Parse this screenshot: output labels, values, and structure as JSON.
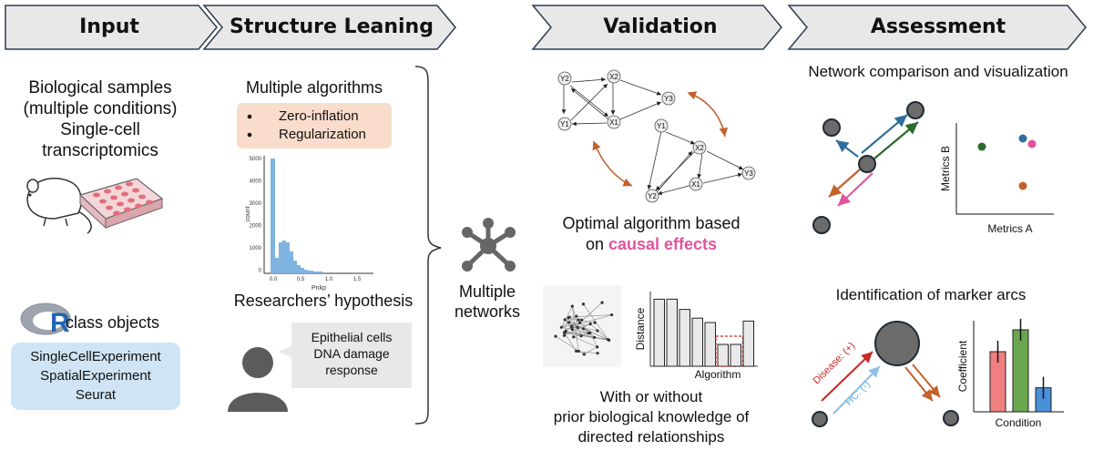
{
  "headers": {
    "input": "Input",
    "structure": "Structure Leaning",
    "validation": "Validation",
    "assessment": "Assessment"
  },
  "input": {
    "samples_lines": [
      "Biological samples",
      "(multiple conditions)",
      "Single-cell",
      "transcriptomics"
    ],
    "r_logo_letter": "R",
    "class_objects": "class objects",
    "objects": [
      "SingleCellExperiment",
      "SpatialExperiment",
      "Seurat"
    ]
  },
  "structure": {
    "algorithms_title": "Multiple algorithms",
    "algorithm_items": [
      "Zero-inflation",
      "Regularization"
    ],
    "histogram": {
      "xlabel": "Pnkp",
      "ylabel": "count",
      "yticks": [
        "5000",
        "4000",
        "3000",
        "2000",
        "1000",
        "0"
      ],
      "xticks": [
        "0.0",
        "0.5",
        "1.0",
        "1.5"
      ]
    },
    "hypothesis_title": "Researchers’ hypothesis",
    "speech_lines": [
      "Epithelial cells",
      "DNA damage",
      "response"
    ]
  },
  "middle": {
    "networks_lines": [
      "Multiple",
      "networks"
    ]
  },
  "validation": {
    "graph1_nodes": [
      "Y2",
      "X2",
      "Y3",
      "Y1",
      "X1"
    ],
    "graph2_nodes": [
      "Y1",
      "X2",
      "Y3",
      "X1",
      "Y2"
    ],
    "optimal_text": "Optimal algorithm based",
    "optimal_prefix": "on ",
    "optimal_highlight": "causal effects",
    "distance_label": "Distance",
    "algorithm_label": "Algorithm",
    "knowledge_lines": [
      "With or without",
      "prior biological knowledge of",
      "directed relationships"
    ],
    "bar_chart": {
      "values": [
        0.92,
        0.92,
        0.78,
        0.66,
        0.6,
        0.3,
        0.3,
        0.62
      ],
      "highlight_index": 5
    }
  },
  "assessment": {
    "network_title": "Network comparison and visualization",
    "metrics_b": "Metrics B",
    "metrics_a": "Metrics A",
    "marker_title": "Identification of marker arcs",
    "disease_label": "Disease: (+)",
    "hc_label": "HC: (-)",
    "coefficient_label": "Coefficient",
    "condition_label": "Condition",
    "coef_chart": {
      "values": [
        0.55,
        0.75,
        0.22
      ]
    },
    "colors": {
      "green": "#2d6a2d",
      "blue": "#2e6f9e",
      "pink": "#e0559d",
      "orange": "#c4622d",
      "red": "#c82828",
      "lightblue": "#8dc0e6"
    }
  }
}
